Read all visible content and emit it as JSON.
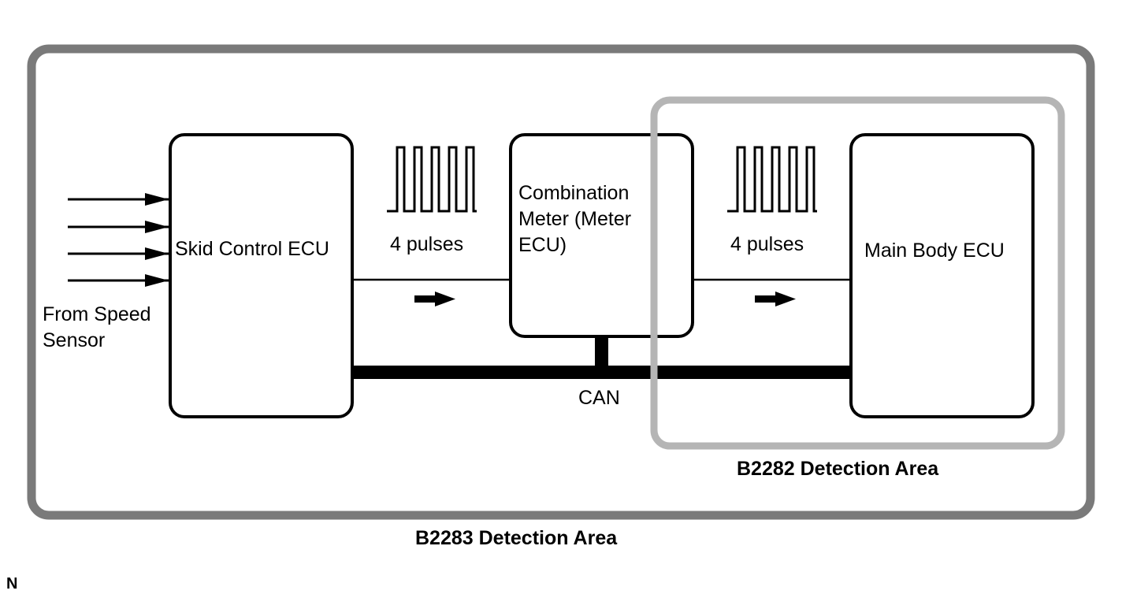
{
  "colors": {
    "outer_area": "#7a7a7a",
    "inner_area": "#b5b5b5",
    "lines": "#000000",
    "background": "#ffffff"
  },
  "sensor_label": [
    "From Speed",
    "Sensor"
  ],
  "skid_ecu": {
    "label": "Skid Control ECU"
  },
  "meter_ecu": {
    "label": [
      "Combination",
      "Meter (Meter",
      "ECU)"
    ]
  },
  "body_ecu": {
    "label": "Main Body ECU"
  },
  "pulse_left": {
    "label": "4 pulses",
    "count": 4
  },
  "pulse_right": {
    "label": "4 pulses",
    "count": 4
  },
  "bus_label": "CAN",
  "area_b2282": "B2282 Detection Area",
  "area_b2283": "B2283 Detection Area",
  "corner_mark": "N"
}
